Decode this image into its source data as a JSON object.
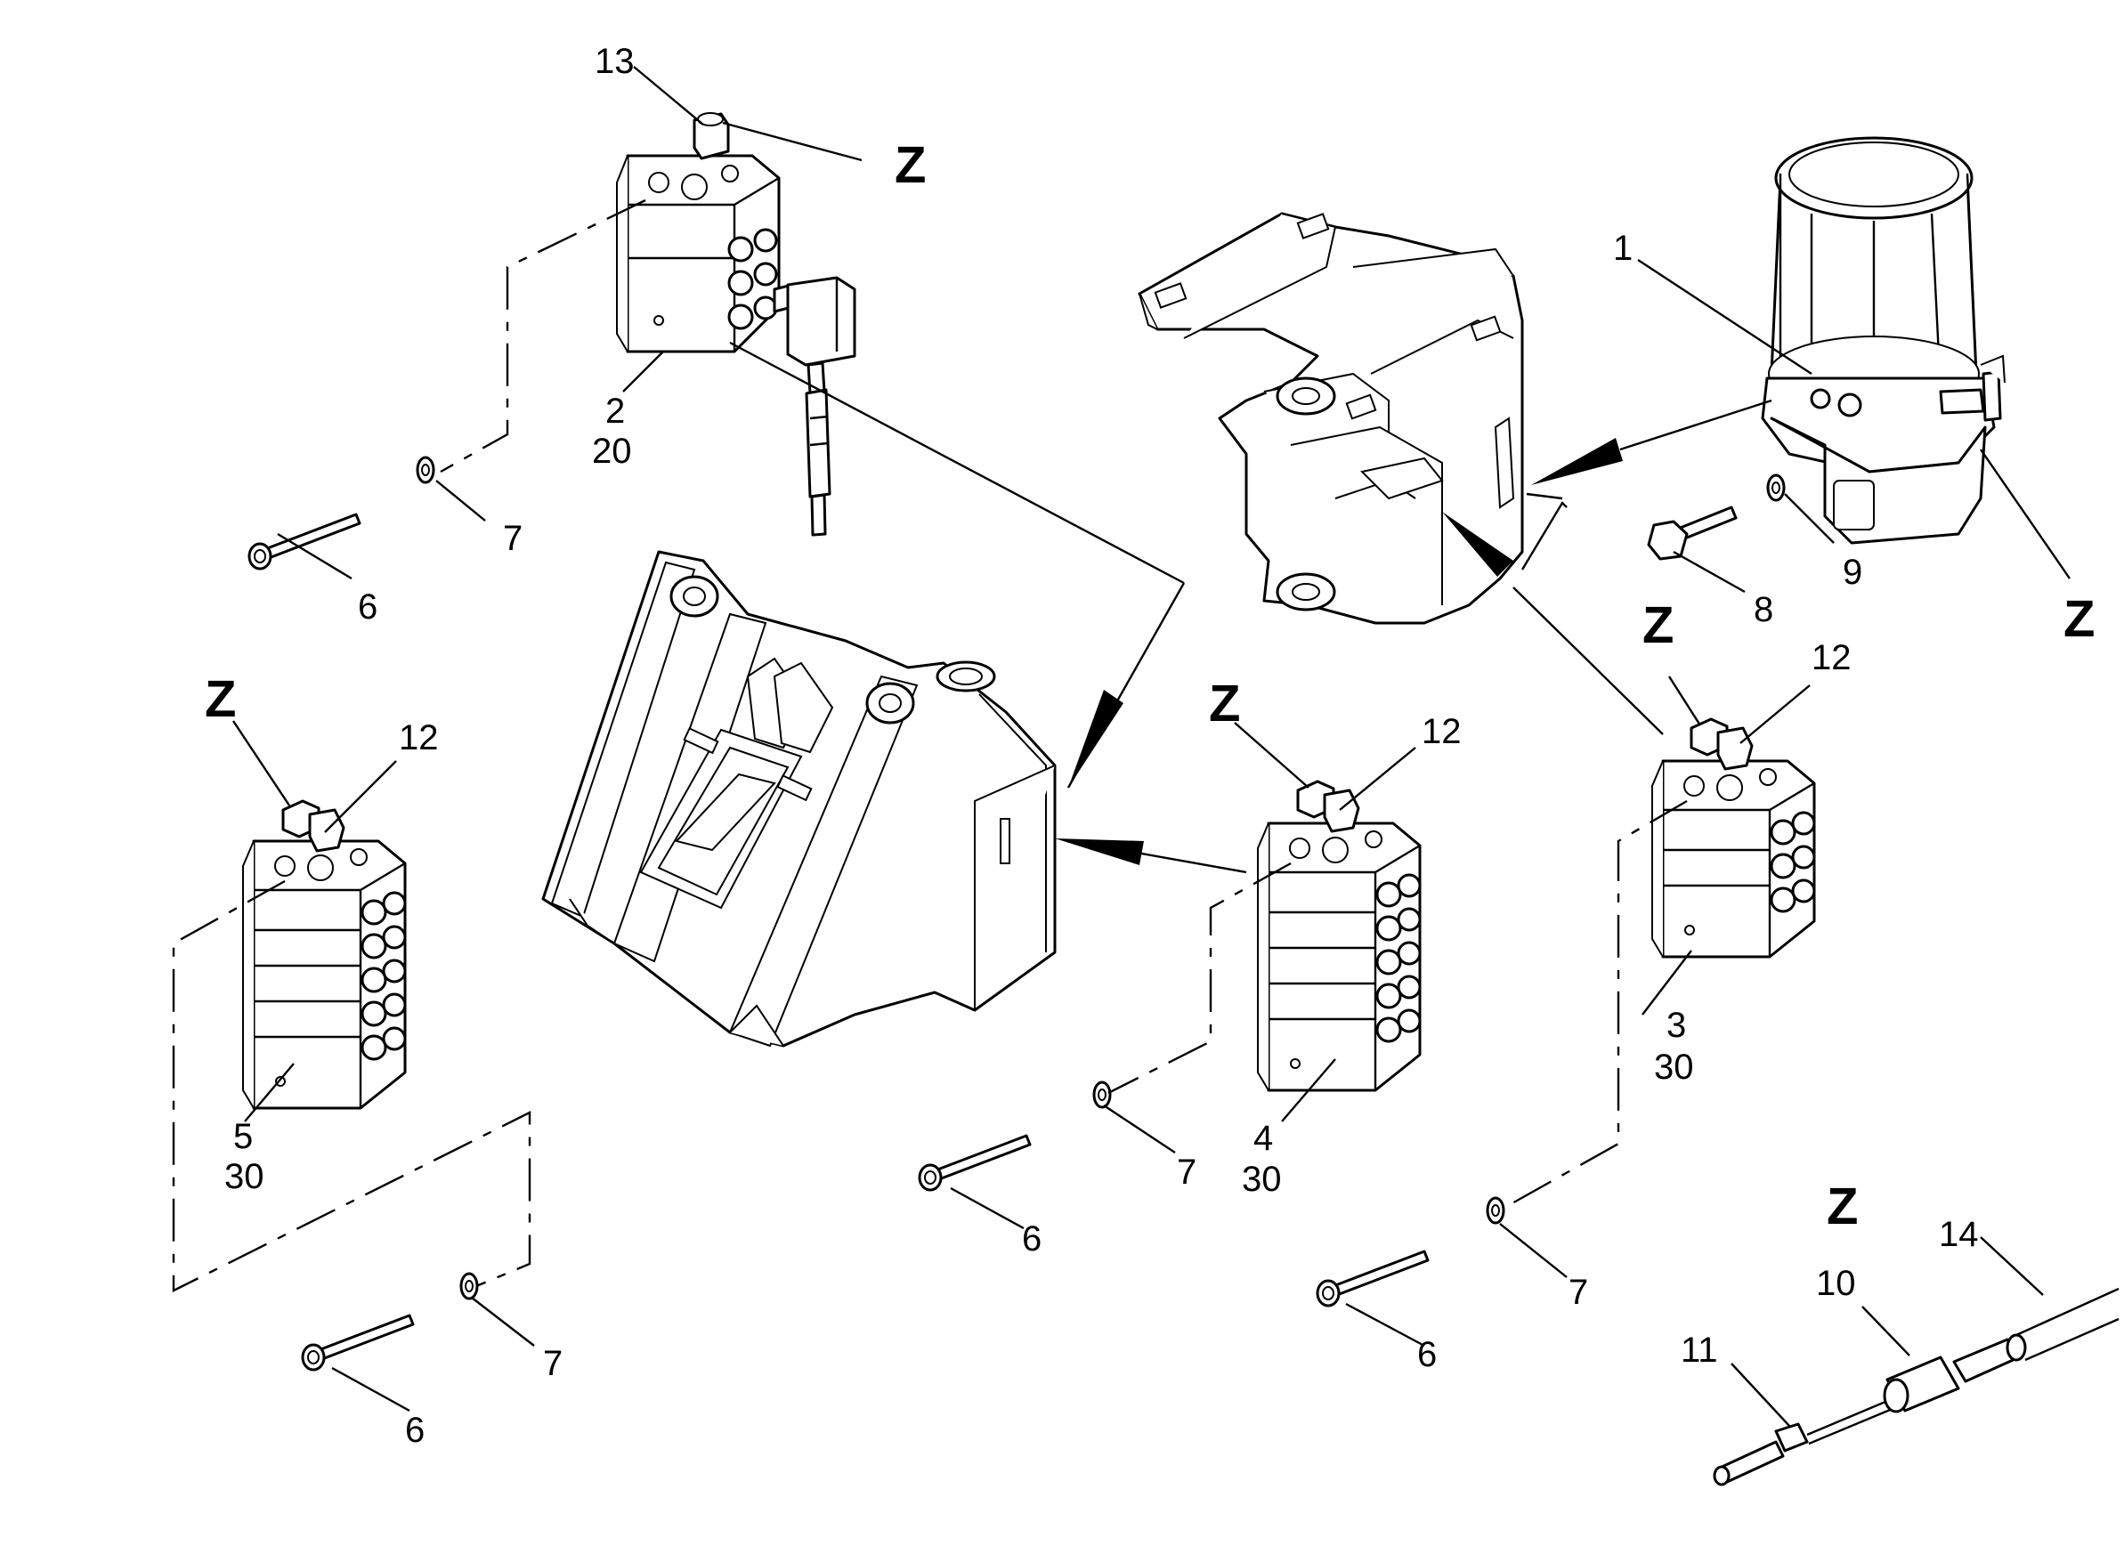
{
  "callouts": {
    "p1": "1",
    "p2": "2",
    "p2_qty": "20",
    "p3": "3",
    "p3_qty": "30",
    "p4": "4",
    "p4_qty": "30",
    "p5": "5",
    "p5_qty": "30",
    "p6": "6",
    "p7": "7",
    "p8": "8",
    "p9": "9",
    "p10": "10",
    "p11": "11",
    "p12": "12",
    "p13": "13",
    "p14": "14",
    "z": "Z"
  }
}
